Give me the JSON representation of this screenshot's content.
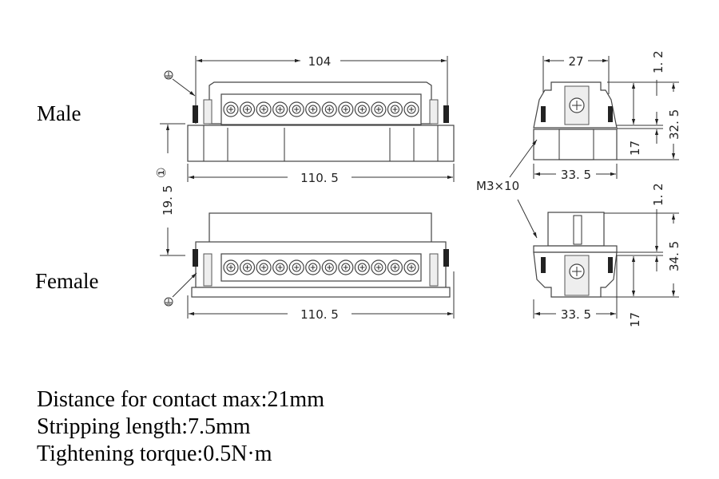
{
  "views": {
    "male_label": "Male",
    "female_label": "Female"
  },
  "dimensions": {
    "male_top_width": "104",
    "male_base_width": "110. 5",
    "female_base_width": "110. 5",
    "pin_height": "19. 5",
    "pin_height_note": "①",
    "end_width_top": "27",
    "male_end_width": "33. 5",
    "female_end_width": "33. 5",
    "male_gap": "1. 2",
    "male_height": "32. 5",
    "male_depth": "17",
    "female_gap": "1. 2",
    "female_height": "34. 5",
    "female_depth": "17",
    "screw": "M3×10"
  },
  "terminal_count": 12,
  "specs": [
    "Distance for contact max:21mm",
    "Stripping length:7.5mm",
    "Tightening torque:0.5N·m"
  ]
}
